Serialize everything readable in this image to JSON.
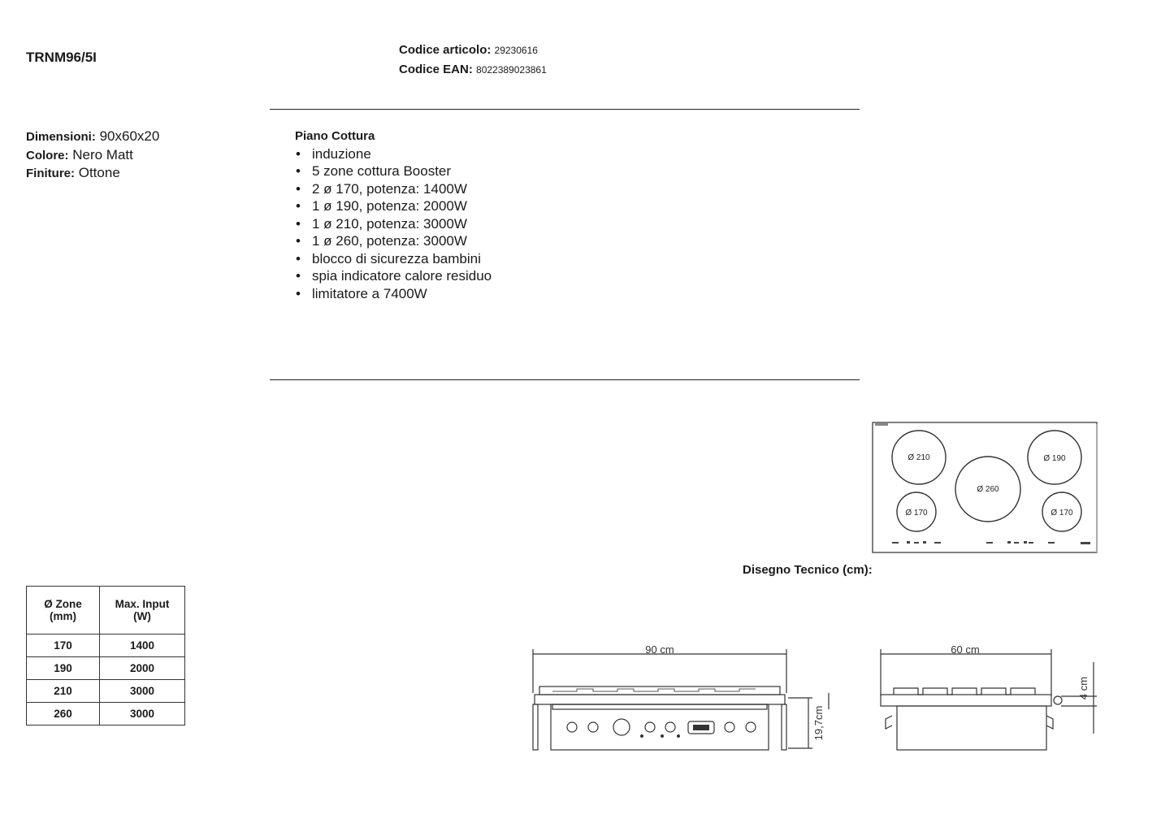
{
  "header": {
    "model": "TRNM96/5I",
    "article_code_label": "Codice articolo:",
    "article_code_value": "29230616",
    "ean_label": "Codice EAN:",
    "ean_value": "8022389023861"
  },
  "specs": [
    {
      "label": "Dimensioni:",
      "value": "90x60x20"
    },
    {
      "label": "Colore:",
      "value": "Nero Matt"
    },
    {
      "label": "Finiture:",
      "value": "Ottone"
    }
  ],
  "features": {
    "title": "Piano Cottura",
    "items": [
      "induzione",
      "5 zone cottura Booster",
      "2 ø 170, potenza: 1400W",
      "1 ø 190, potenza: 2000W",
      "1 ø 210, potenza: 3000W",
      "1 ø 260, potenza: 3000W",
      "blocco di sicurezza bambini",
      "spia indicatore calore residuo",
      "limitatore a 7400W"
    ]
  },
  "zones_table": {
    "headers": [
      [
        "Ø Zone",
        "(mm)"
      ],
      [
        "Max. Input",
        "(W)"
      ]
    ],
    "rows": [
      [
        "170",
        "1400"
      ],
      [
        "190",
        "2000"
      ],
      [
        "210",
        "3000"
      ],
      [
        "260",
        "3000"
      ]
    ]
  },
  "drawing": {
    "title": "Disegno Tecnico (cm):",
    "hob_zones": [
      "Ø 210",
      "Ø 190",
      "Ø 260",
      "Ø 170",
      "Ø 170"
    ],
    "front_width": "90 cm",
    "front_height": "19,7cm",
    "side_width": "60 cm",
    "side_height": "4 cm"
  }
}
